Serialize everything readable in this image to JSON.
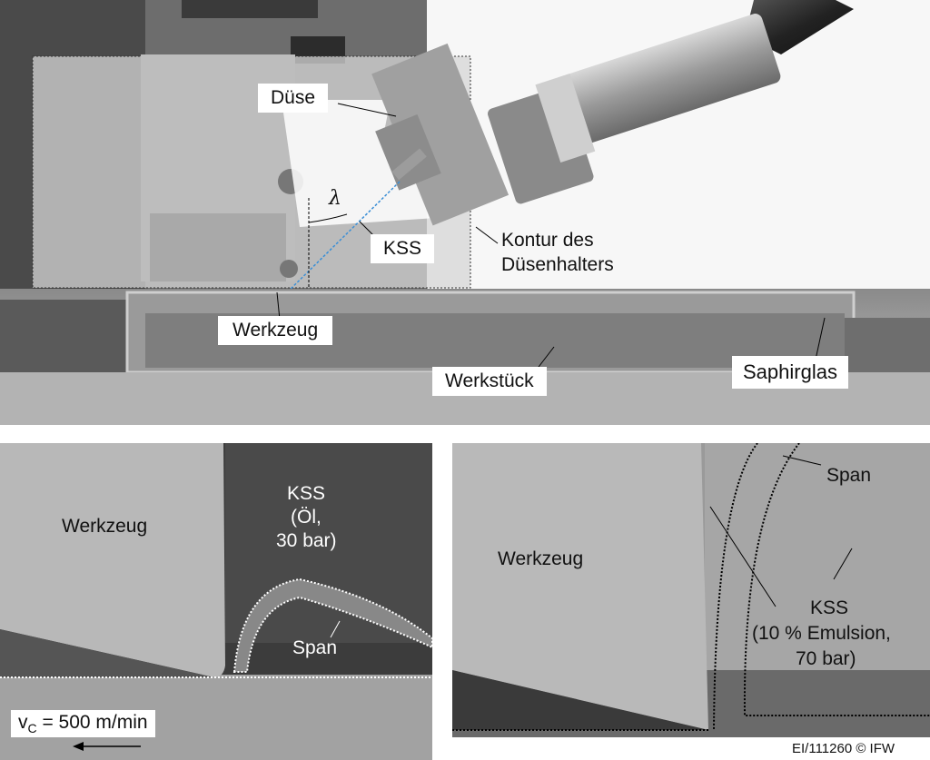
{
  "top_photo": {
    "labels": {
      "nozzle": "Düse",
      "coolant": "KSS",
      "lambda": "λ",
      "holder_contour_line1": "Kontur des",
      "holder_contour_line2": "Düsenhalters",
      "tool": "Werkzeug",
      "workpiece": "Werkstück",
      "sapphire": "Saphirglas"
    }
  },
  "bottom_left_photo": {
    "labels": {
      "tool": "Werkzeug",
      "coolant_line1": "KSS",
      "coolant_line2": "(Öl,",
      "coolant_line3": "30 bar)",
      "chip": "Span",
      "vc_symbol": "v",
      "vc_subscript": "C",
      "vc_value": " = 500 m/min"
    }
  },
  "bottom_right_photo": {
    "labels": {
      "tool": "Werkzeug",
      "chip": "Span",
      "coolant_line1": "KSS",
      "coolant_line2": "(10 % Emulsion,",
      "coolant_line3": "70 bar)"
    }
  },
  "footer": {
    "copyright": "EI/111260 © IFW"
  }
}
